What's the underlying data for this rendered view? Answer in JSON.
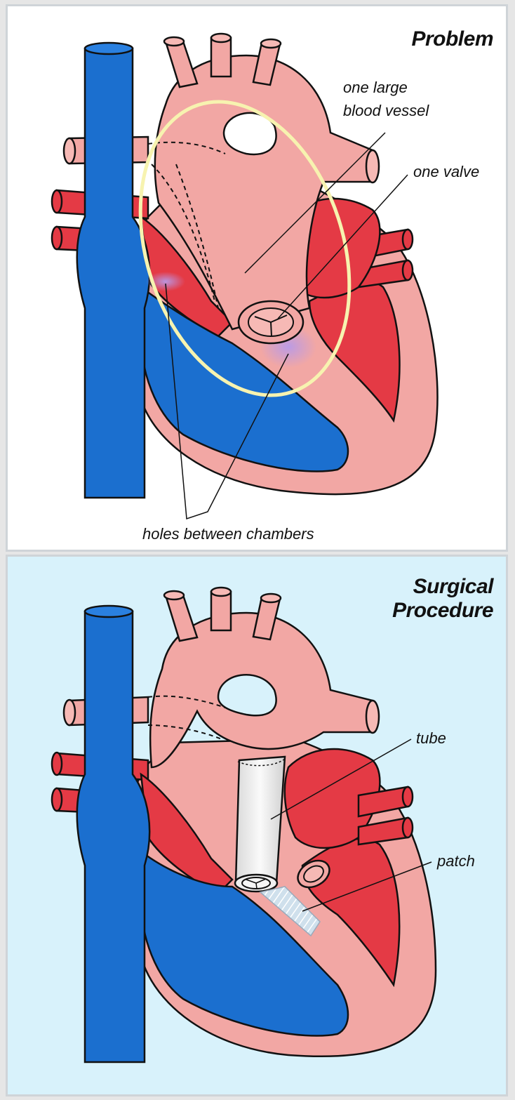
{
  "problem": {
    "title": "Problem",
    "labels": {
      "vessel_line1": "one large",
      "vessel_line2": "blood vessel",
      "valve": "one valve",
      "holes": "holes between chambers"
    }
  },
  "surgery": {
    "title_line1": "Surgical",
    "title_line2": "Procedure",
    "labels": {
      "tube": "tube",
      "patch": "patch"
    }
  },
  "colors": {
    "pink": "#f2a7a4",
    "pink_light": "#f6b9b5",
    "red": "#e43a45",
    "blue": "#1b6fcf",
    "highlight_ring": "#f7f3b0",
    "problem_bg": "#ffffff",
    "surgery_bg": "#d8f2fb",
    "tube": "#efefef"
  }
}
